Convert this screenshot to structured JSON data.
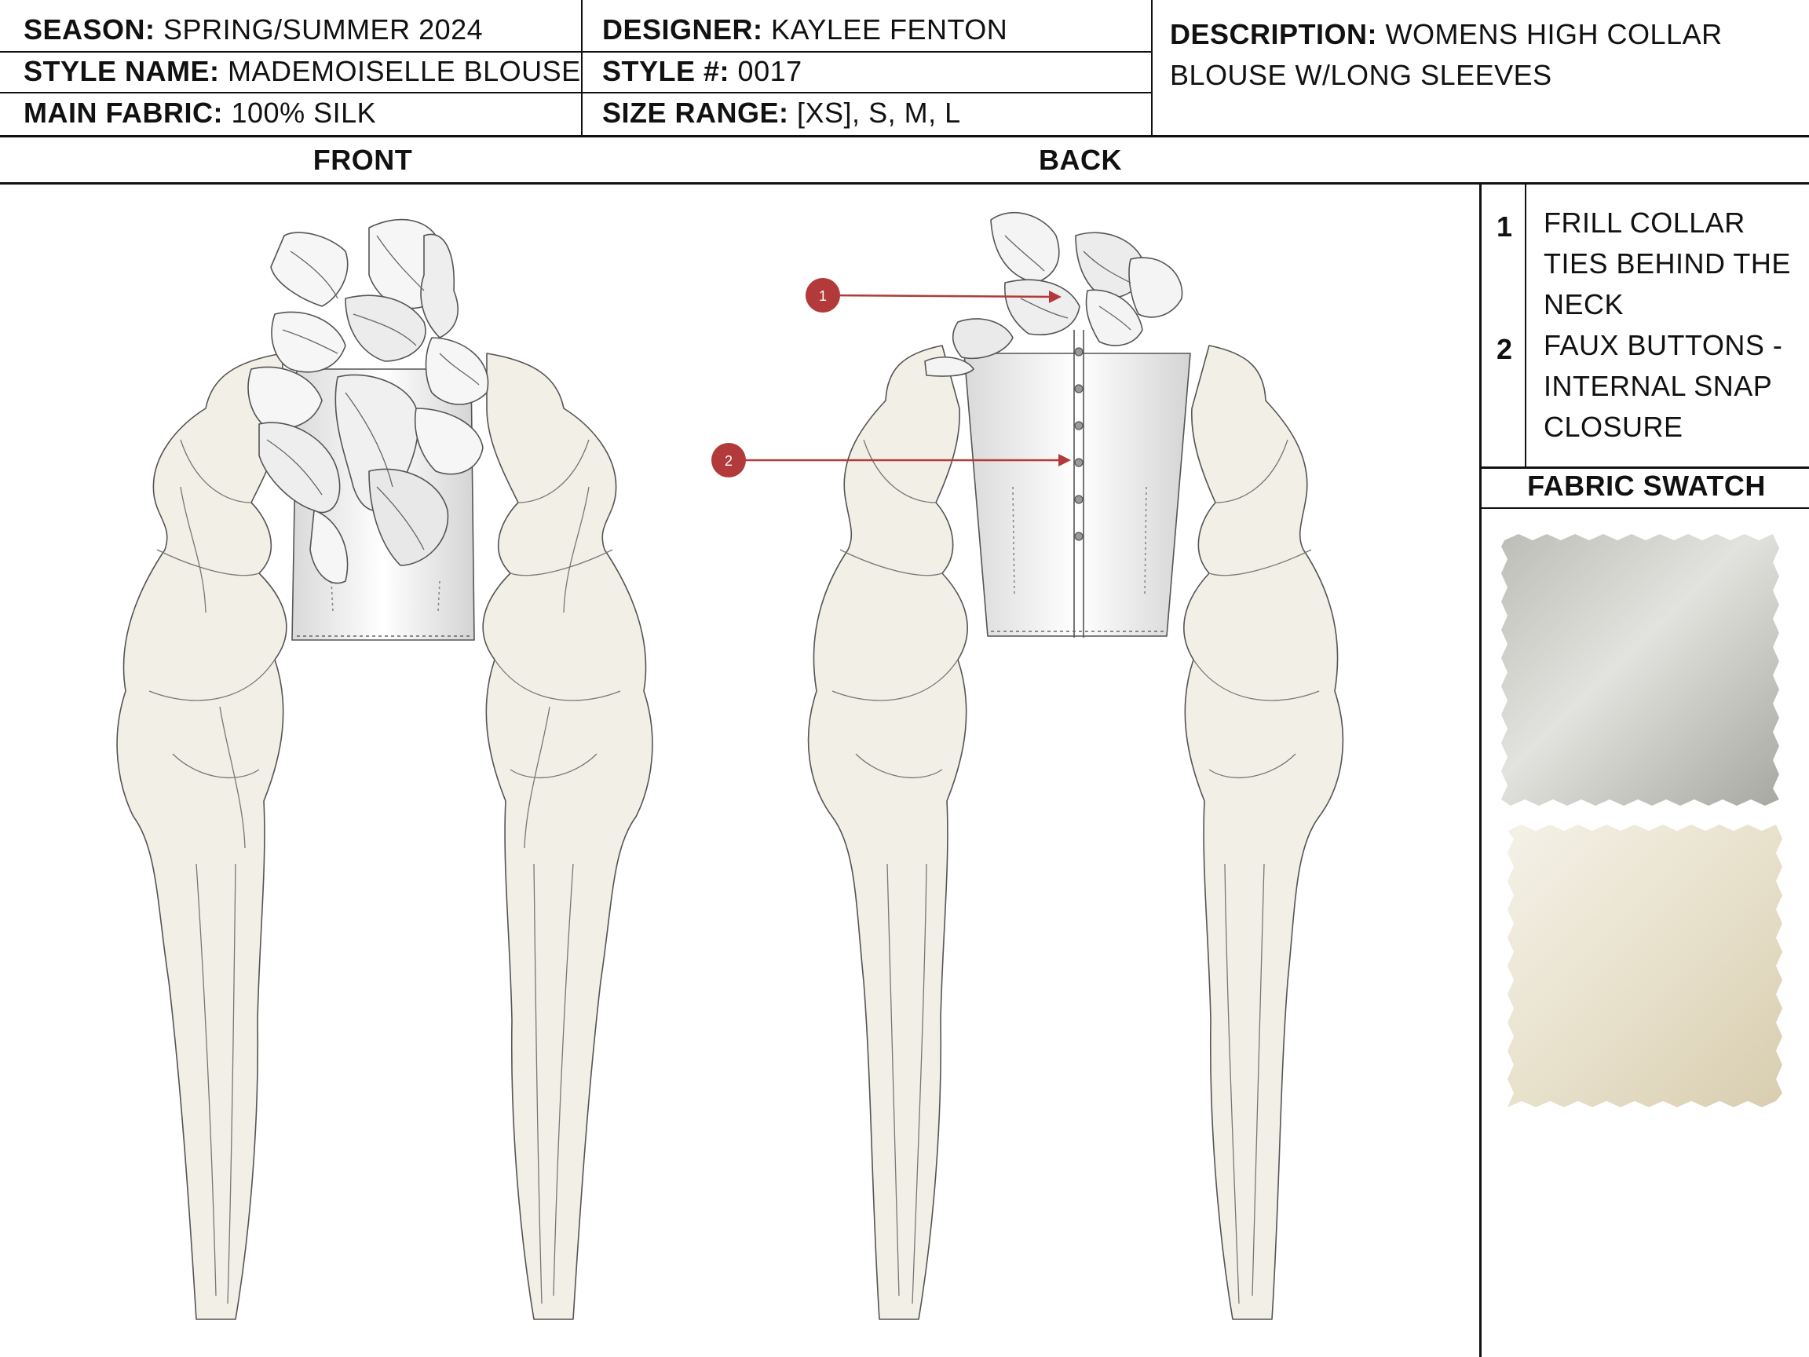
{
  "header": {
    "season": {
      "label": "SEASON:",
      "value": "SPRING/SUMMER 2024"
    },
    "style_name": {
      "label": "STYLE NAME:",
      "value": "MADEMOISELLE BLOUSE"
    },
    "main_fabric": {
      "label": "MAIN FABRIC:",
      "value": "100% SILK"
    },
    "designer": {
      "label": "DESIGNER:",
      "value": "KAYLEE FENTON"
    },
    "style_number": {
      "label": "STYLE #:",
      "value": "0017"
    },
    "size_range": {
      "label": "SIZE RANGE:",
      "value": "[XS], S, M, L"
    },
    "description": {
      "label": "DESCRIPTION:",
      "value": "WOMENS HIGH COLLAR BLOUSE W/LONG SLEEVES"
    }
  },
  "views": {
    "front": "FRONT",
    "back": "BACK"
  },
  "callouts": [
    {
      "number": "1",
      "text": "FRILL COLLAR TIES BEHIND THE NECK"
    },
    {
      "number": "2",
      "text": "FAUX BUTTONS - INTERNAL SNAP CLOSURE"
    }
  ],
  "swatch": {
    "title": "FABRIC SWATCH"
  },
  "colors": {
    "callout_red": "#b23a3a",
    "garment_cream": "#f2efe6",
    "swatch_grey": "#c9c9c4",
    "swatch_cream": "#ede7d6"
  }
}
